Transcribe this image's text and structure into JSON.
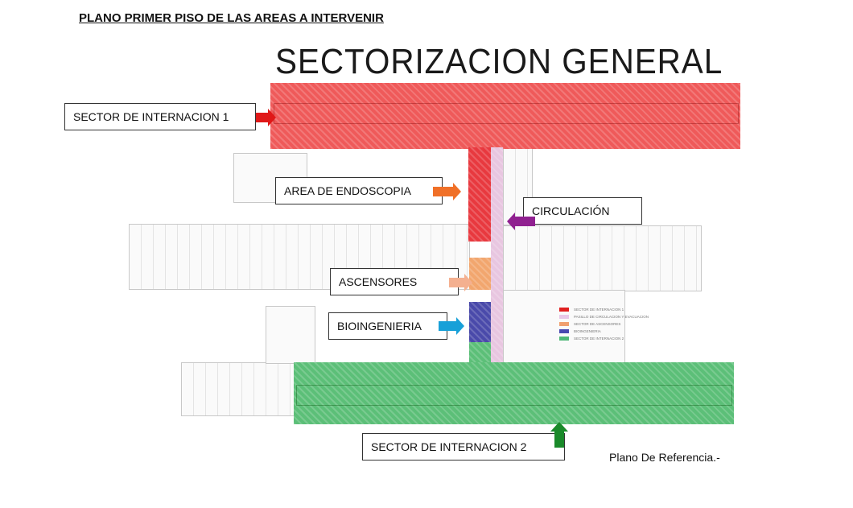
{
  "header": {
    "title": "PLANO PRIMER PISO DE LAS AREAS A INTERVENIR"
  },
  "plan": {
    "title": "SECTORIZACION GENERAL",
    "footer": "Plano De Referencia.-"
  },
  "labels": {
    "internacion1": "SECTOR DE INTERNACION 1",
    "endoscopia": "AREA DE ENDOSCOPIA",
    "circulacion": "CIRCULACIÓN",
    "ascensores": "ASCENSORES",
    "bioingenieria": "BIOINGENIERIA",
    "internacion2": "SECTOR DE INTERNACION 2"
  },
  "legend": [
    {
      "label": "SECTOR DE INTERNACION 1",
      "color": "#e02020"
    },
    {
      "label": "PASILLO DE CIRCULACION Y EVACUACION",
      "color": "#e8c8e8"
    },
    {
      "label": "SECTOR DE ASCENSORES",
      "color": "#f0a070"
    },
    {
      "label": "BIOINGENIERIA",
      "color": "#4848b0"
    },
    {
      "label": "SECTOR DE INTERNACION 2",
      "color": "#50b878"
    }
  ],
  "colors": {
    "red": "#ef5a5a",
    "pink": "#e8c6e0",
    "orange": "#f2a66e",
    "blue": "#4a4aaa",
    "green": "#5cbf78",
    "arrow_red": "#e01818",
    "arrow_orange": "#f07028",
    "arrow_purple": "#902090",
    "arrow_peach": "#f4b090",
    "arrow_cyan": "#18a0d8",
    "arrow_green": "#1a8a2a"
  }
}
